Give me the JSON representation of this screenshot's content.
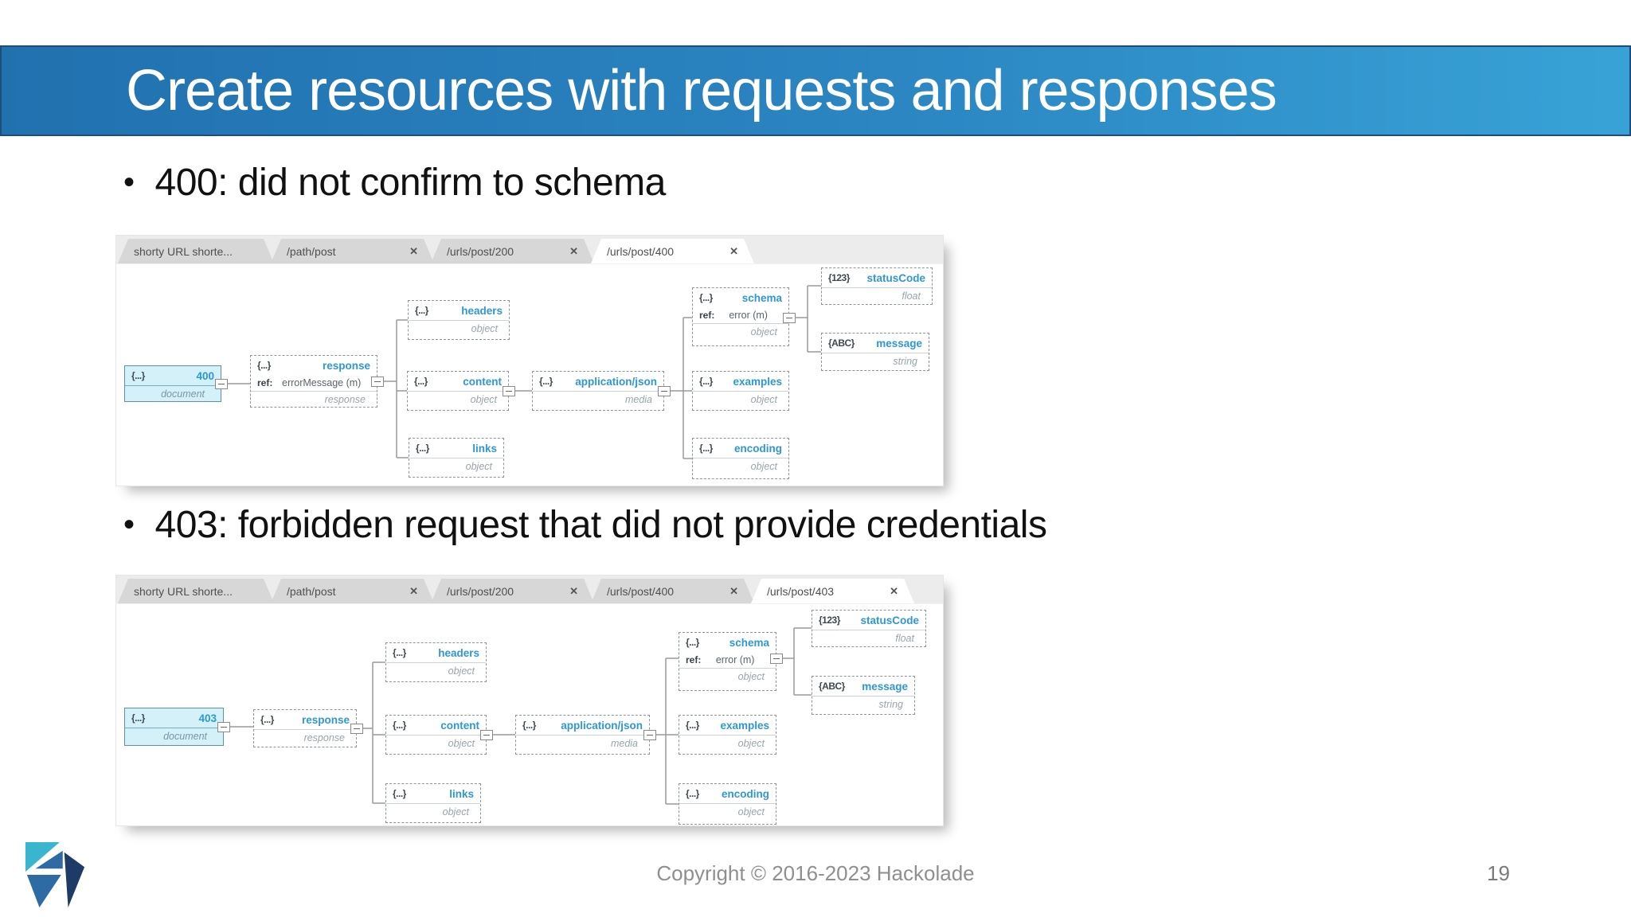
{
  "ui": {
    "bullet_glyph": "•",
    "close_glyph": "✕"
  },
  "colors": {
    "header_grad_left": "#2171af",
    "header_grad_right": "#38a2d6",
    "header_border": "#1d4d7a",
    "node_name_blue": "#2e97d4",
    "doc_fill": "#d4f0f8",
    "doc_border": "#5d91a3",
    "wire_gray": "#9a9a9a",
    "tab_inactive_bg": "#d7d7d7",
    "tab_active_bg": "#ffffff",
    "logo_teal": "#3ab5d0",
    "logo_blue": "#2e6ba5",
    "logo_navy": "#1e3a66"
  },
  "slide": {
    "title": "Create resources with requests and responses",
    "bullets": [
      "400: did not confirm to schema",
      "403: forbidden request that did not provide credentials"
    ],
    "footer": {
      "copyright": "Copyright © 2016-2023 Hackolade",
      "page_number": "19"
    }
  },
  "diagram1": {
    "tabs": [
      {
        "label": "shorty URL shorte..."
      },
      {
        "label": "/path/post"
      },
      {
        "label": "/urls/post/200"
      },
      {
        "label": "/urls/post/400"
      }
    ],
    "nodes": {
      "doc": {
        "badge": "{...}",
        "name": "400",
        "type": "document"
      },
      "response": {
        "badge": "{...}",
        "name": "response",
        "ref_label": "ref:",
        "ref_value": "errorMessage (m)",
        "type": "response"
      },
      "headers": {
        "badge": "{...}",
        "name": "headers",
        "type": "object"
      },
      "content": {
        "badge": "{...}",
        "name": "content",
        "type": "object"
      },
      "links": {
        "badge": "{...}",
        "name": "links",
        "type": "object"
      },
      "media": {
        "badge": "{...}",
        "name": "application/json",
        "type": "media"
      },
      "schema": {
        "badge": "{...}",
        "name": "schema",
        "ref_label": "ref:",
        "ref_value": "error (m)",
        "type": "object"
      },
      "examples": {
        "badge": "{...}",
        "name": "examples",
        "type": "object"
      },
      "encoding": {
        "badge": "{...}",
        "name": "encoding",
        "type": "object"
      },
      "statusCode": {
        "badge": "{123}",
        "name": "statusCode",
        "type": "float"
      },
      "message": {
        "badge": "{ABC}",
        "name": "message",
        "type": "string"
      }
    }
  },
  "diagram2": {
    "tabs": [
      {
        "label": "shorty URL shorte..."
      },
      {
        "label": "/path/post"
      },
      {
        "label": "/urls/post/200"
      },
      {
        "label": "/urls/post/400"
      },
      {
        "label": "/urls/post/403"
      }
    ],
    "nodes": {
      "doc": {
        "badge": "{...}",
        "name": "403",
        "type": "document"
      },
      "response": {
        "badge": "{...}",
        "name": "response",
        "type": "response"
      },
      "headers": {
        "badge": "{...}",
        "name": "headers",
        "type": "object"
      },
      "content": {
        "badge": "{...}",
        "name": "content",
        "type": "object"
      },
      "links": {
        "badge": "{...}",
        "name": "links",
        "type": "object"
      },
      "media": {
        "badge": "{...}",
        "name": "application/json",
        "type": "media"
      },
      "schema": {
        "badge": "{...}",
        "name": "schema",
        "ref_label": "ref:",
        "ref_value": "error (m)",
        "type": "object"
      },
      "examples": {
        "badge": "{...}",
        "name": "examples",
        "type": "object"
      },
      "encoding": {
        "badge": "{...}",
        "name": "encoding",
        "type": "object"
      },
      "statusCode": {
        "badge": "{123}",
        "name": "statusCode",
        "type": "float"
      },
      "message": {
        "badge": "{ABC}",
        "name": "message",
        "type": "string"
      }
    }
  }
}
